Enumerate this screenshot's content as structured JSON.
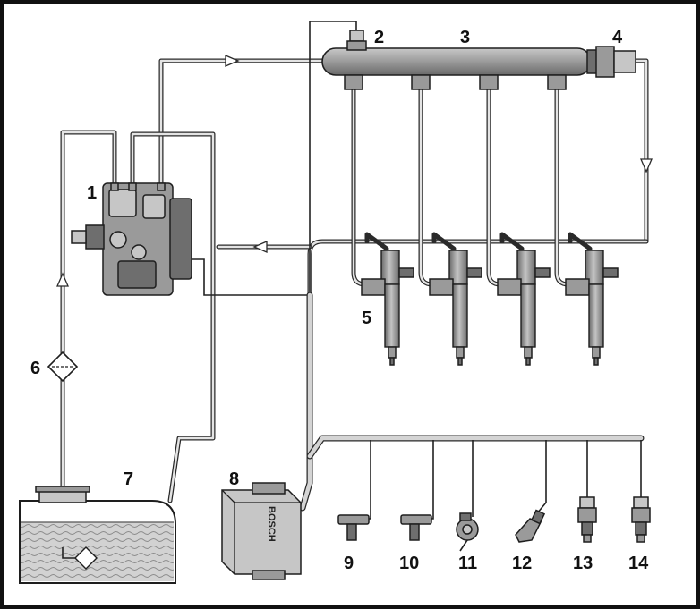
{
  "colors": {
    "frame": "#111111",
    "pipe_outline": "#2a2a2a",
    "component_gray": "#9a9a9a",
    "fuel_fill": "#cfcfcf"
  },
  "labels": {
    "c1": "1",
    "c2": "2",
    "c3": "3",
    "c4": "4",
    "c5": "5",
    "c6": "6",
    "c7": "7",
    "c8": "8",
    "c9": "9",
    "c10": "10",
    "c11": "11",
    "c12": "12",
    "c13": "13",
    "c14": "14"
  },
  "ecu_brand": "BOSCH"
}
